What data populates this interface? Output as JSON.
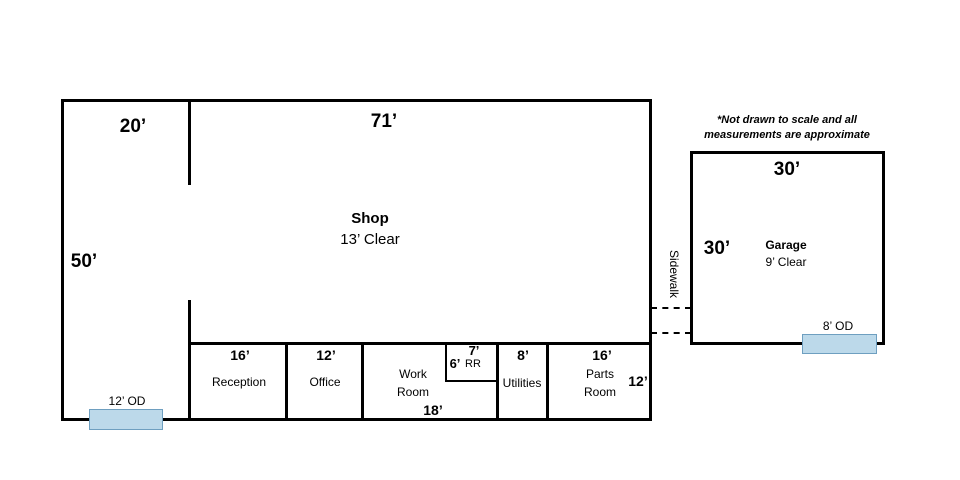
{
  "note": {
    "line1": "*Not drawn to scale and all",
    "line2": "measurements are approximate"
  },
  "main_building": {
    "dim_top_left": "20’",
    "dim_top": "71’",
    "dim_left": "50’",
    "door_label": "12’ OD",
    "shop": {
      "name": "Shop",
      "clear": "13’ Clear"
    },
    "rooms": {
      "reception": {
        "dim": "16’",
        "name": "Reception"
      },
      "office": {
        "dim": "12’",
        "name": "Office"
      },
      "work_room": {
        "line1": "Work",
        "line2": "Room",
        "dim": "18’"
      },
      "rr": {
        "dim_top": "7’",
        "dim_side": "6’",
        "name": "RR"
      },
      "utilities": {
        "dim": "8’",
        "name": "Utilities"
      },
      "parts_room": {
        "dim": "16’",
        "line1": "Parts",
        "line2": "Room",
        "dim_side": "12’"
      }
    }
  },
  "sidewalk": {
    "label": "Sidewalk"
  },
  "garage": {
    "dim_top": "30’",
    "dim_left": "30’",
    "name": "Garage",
    "clear": "9’ Clear",
    "door_label": "8’ OD"
  },
  "colors": {
    "wall": "#000000",
    "door_fill": "#bcd9ea",
    "door_border": "#6e9fc0"
  }
}
